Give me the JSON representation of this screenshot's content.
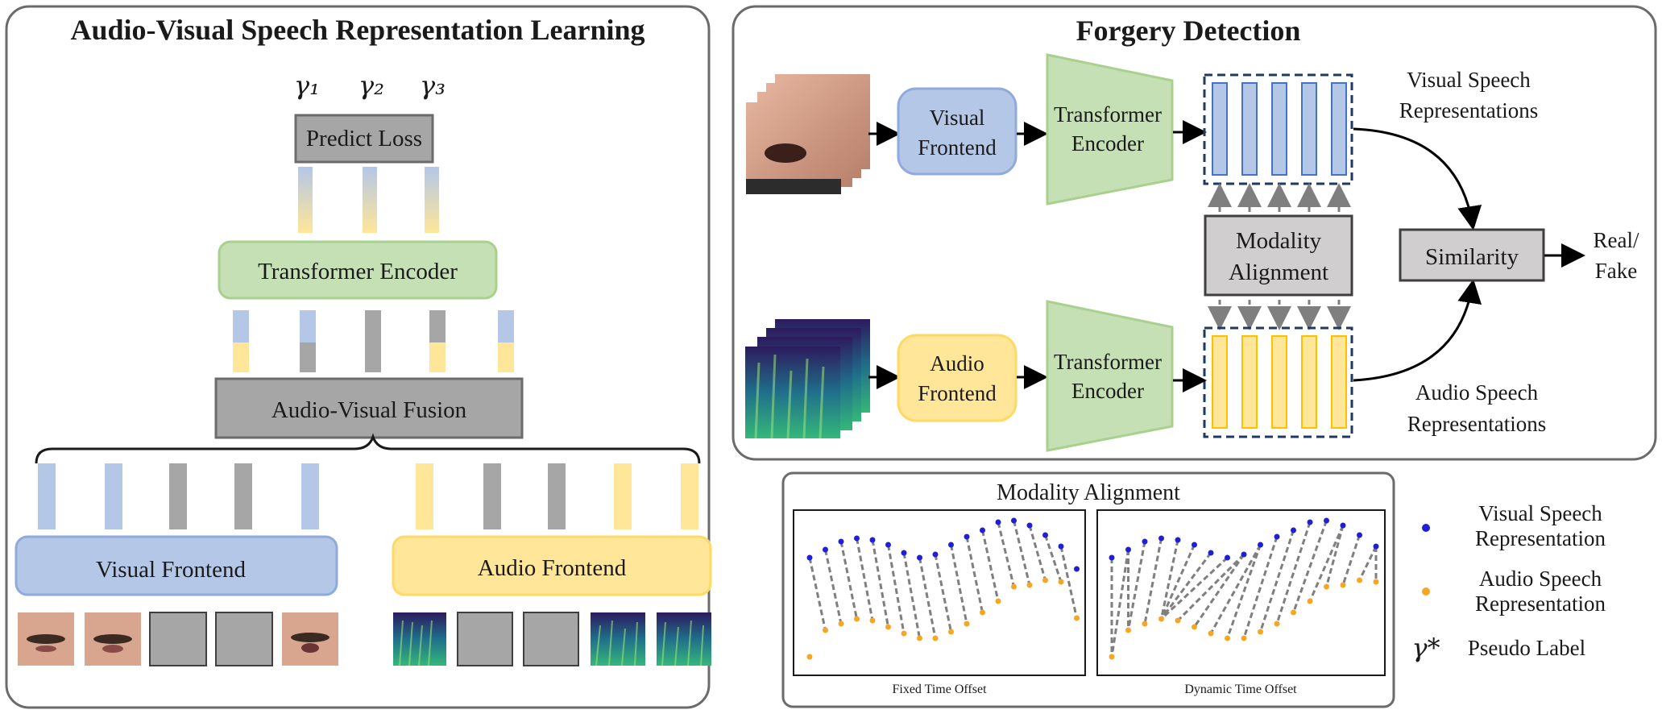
{
  "left_panel": {
    "title": "Audio-Visual Speech Representation Learning",
    "gamma_labels": [
      "γ₁",
      "γ₂",
      "γ₃"
    ],
    "predict_loss": "Predict Loss",
    "transformer_encoder": "Transformer Encoder",
    "audio_visual_fusion": "Audio-Visual Fusion",
    "visual_frontend": "Visual Frontend",
    "audio_frontend": "Audio Frontend"
  },
  "right_panel": {
    "title": "Forgery Detection",
    "visual_frontend": [
      "Visual",
      "Frontend"
    ],
    "audio_frontend": [
      "Audio",
      "Frontend"
    ],
    "transformer_encoder": [
      "Transformer",
      "Encoder"
    ],
    "modality_alignment": [
      "Modality",
      "Alignment"
    ],
    "similarity": "Similarity",
    "output": [
      "Real/",
      "Fake"
    ],
    "visual_repr": [
      "Visual Speech",
      "Representations"
    ],
    "audio_repr": [
      "Audio Speech",
      "Representations"
    ]
  },
  "alignment_panel": {
    "title": "Modality Alignment",
    "plot_left_caption": "Fixed Time Offset",
    "plot_right_caption": "Dynamic Time Offset"
  },
  "legend": {
    "visual": [
      "Visual Speech",
      "Representation"
    ],
    "audio": [
      "Audio Speech",
      "Representation"
    ],
    "pseudo_symbol": "γ*",
    "pseudo": "Pseudo Label",
    "visual_color": "#1f1fd6",
    "audio_color": "#f5a623"
  },
  "colors": {
    "blue_fill": "#b4c7e7",
    "blue_stroke": "#8faadc",
    "yellow_fill": "#ffe699",
    "yellow_stroke": "#ffd966",
    "green_fill": "#c5e0b4",
    "green_stroke": "#a9d18e",
    "gray_fill": "#a6a6a6",
    "gray_dark": "#7f7f7f",
    "box_gray": "#d0cece",
    "navy": "#203864"
  }
}
